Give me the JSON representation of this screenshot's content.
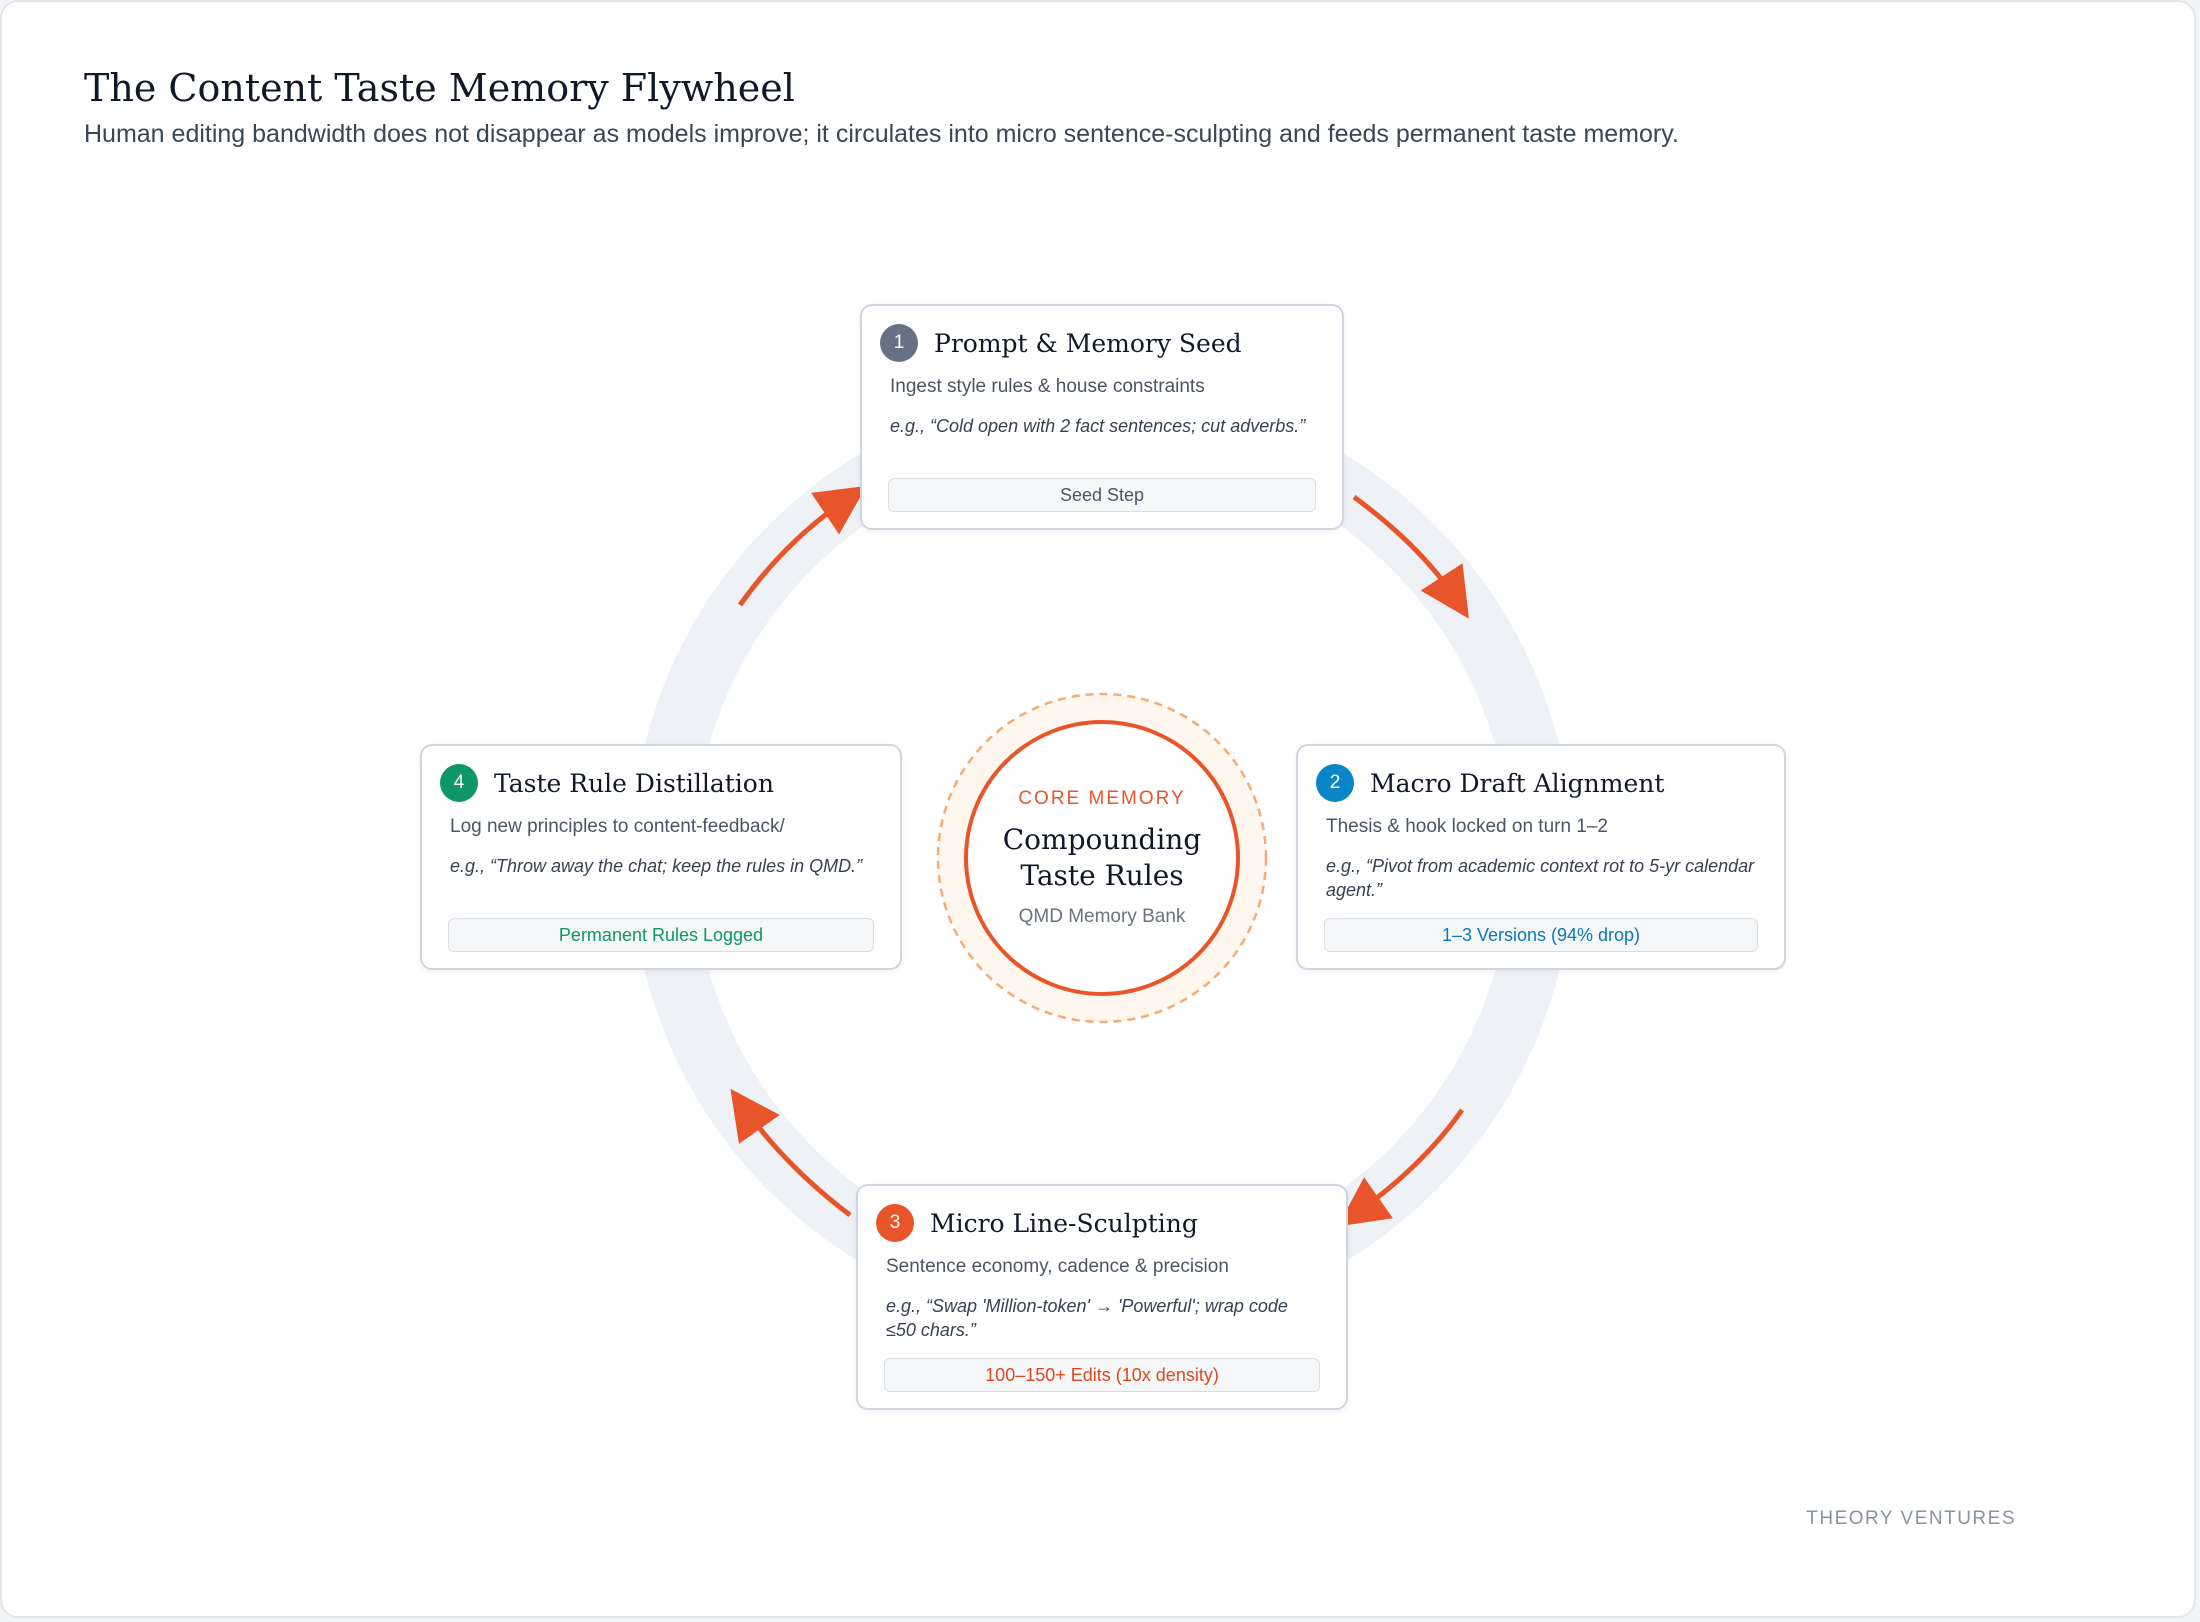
{
  "header": {
    "title": "The Content Taste Memory Flywheel",
    "subtitle": "Human editing bandwidth does not disappear as models improve; it circulates into micro sentence-sculpting and feeds permanent taste memory."
  },
  "core": {
    "label": "CORE MEMORY",
    "title_line1": "Compounding",
    "title_line2": "Taste Rules",
    "subtitle": "QMD Memory Bank"
  },
  "steps": [
    {
      "number": "1",
      "title": "Prompt & Memory Seed",
      "description": "Ingest style rules & house constraints",
      "example": "e.g., “Cold open with 2 fact sentences; cut adverbs.”",
      "tag": "Seed Step"
    },
    {
      "number": "2",
      "title": "Macro Draft Alignment",
      "description": "Thesis & hook locked on turn 1–2",
      "example": "e.g., “Pivot from academic context rot to 5-yr calendar agent.”",
      "tag": "1–3 Versions (94% drop)"
    },
    {
      "number": "3",
      "title": "Micro Line-Sculpting",
      "description": "Sentence economy, cadence & precision",
      "example": "e.g., “Swap 'Million-token' → 'Powerful'; wrap code ≤50 chars.”",
      "tag": "100–150+ Edits (10x density)"
    },
    {
      "number": "4",
      "title": "Taste Rule Distillation",
      "description": "Log new principles to content-feedback/",
      "example": "e.g., “Throw away the chat; keep the rules in QMD.”",
      "tag": "Permanent Rules Logged"
    }
  ],
  "brand": "THEORY VENTURES",
  "colors": {
    "accent_orange": "#e8552a",
    "step1_slate": "#677185",
    "step2_blue": "#0a86c8",
    "step3_orange": "#e8552a",
    "step4_green": "#0e9668",
    "ring": "#eef1f6",
    "core_fill": "#fff6ee"
  },
  "icons": {
    "flow_arrow": "curved-arrow-icon"
  }
}
